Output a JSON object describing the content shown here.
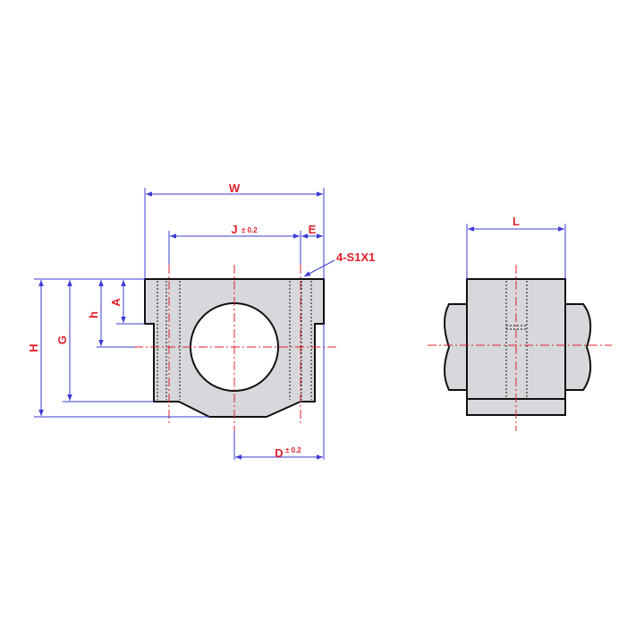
{
  "front_view": {
    "dim_W": "W",
    "dim_J": "J",
    "dim_J_tol": "± 0.2",
    "dim_E": "E",
    "dim_D": "D",
    "dim_D_tol": "± 0.2",
    "dim_H": "H",
    "dim_G": "G",
    "dim_h": "h",
    "dim_A": "A",
    "callout_holes": "4-S1X1"
  },
  "side_view": {
    "dim_L": "L"
  },
  "colors": {
    "dimension_line": "#3b3bd6",
    "label": "#e0202a",
    "centerline": "#e0202a",
    "part_fill": "#d6d8dc",
    "outline": "#111111"
  }
}
